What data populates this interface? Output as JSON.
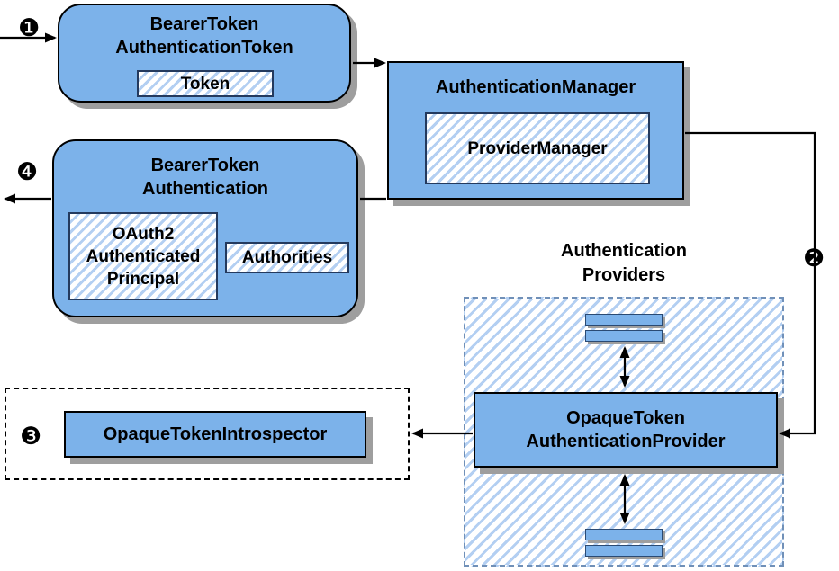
{
  "steps": {
    "s1": "❶",
    "s2": "❷",
    "s3": "❸",
    "s4": "❹"
  },
  "nodes": {
    "bearer_token_authentication_token": {
      "title": "BearerToken\nAuthenticationToken",
      "token": "Token"
    },
    "authentication_manager": {
      "title": "AuthenticationManager",
      "provider_manager": "ProviderManager"
    },
    "bearer_token_authentication": {
      "title": "BearerToken\nAuthentication",
      "oauth2_principal": "OAuth2\nAuthenticated\nPrincipal",
      "authorities": "Authorities"
    },
    "opaque_token_introspector": {
      "title": "OpaqueTokenIntrospector"
    },
    "authentication_providers": {
      "title": "Authentication\nProviders",
      "opaque_token_authentication_provider": "OpaqueToken\nAuthenticationProvider"
    }
  },
  "colors": {
    "node_fill": "#7cb2ea",
    "hatch_stripe": "#b3cff2",
    "inner_border": "#243a5e",
    "region_border": "#7090b8",
    "shadow": "#9e9e9e",
    "arrow": "#000000"
  }
}
